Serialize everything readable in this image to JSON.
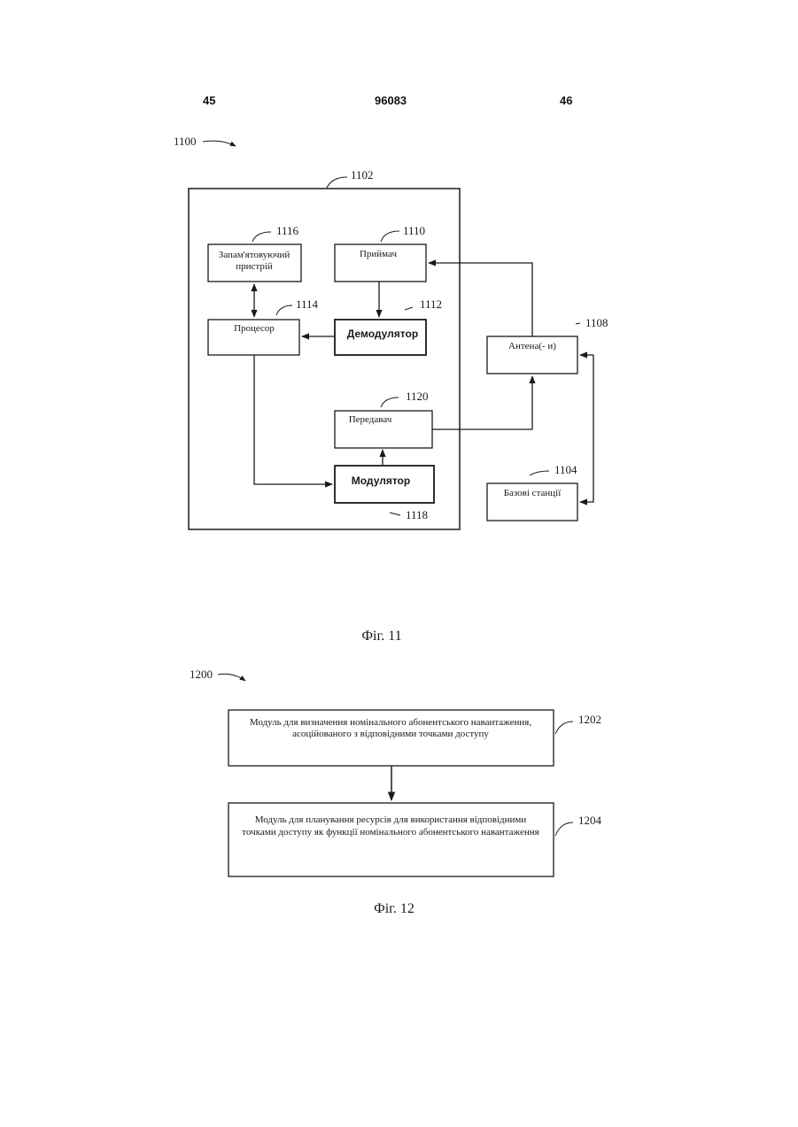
{
  "header": {
    "left_page": "45",
    "doc_number": "96083",
    "right_page": "46"
  },
  "fig11": {
    "ref_system": "1100",
    "ref_device": "1102",
    "caption": "Фіг. 11",
    "memory": {
      "ref": "1116",
      "line1": "Запам'ятовуючий",
      "line2": "пристрій"
    },
    "receiver": {
      "ref": "1110",
      "label": "Приймач"
    },
    "demodulator": {
      "ref": "1112",
      "label": "Демодулятор"
    },
    "processor": {
      "ref": "1114",
      "label": "Процесор"
    },
    "transmitter": {
      "ref": "1120",
      "label": "Передавач"
    },
    "modulator": {
      "ref": "1118",
      "label": "Модулятор"
    },
    "antenna": {
      "ref": "1108",
      "label": "Антена(- и)"
    },
    "base_stations": {
      "ref": "1104",
      "label": "Базові станції"
    }
  },
  "fig12": {
    "ref_system": "1200",
    "caption": "Фіг. 12",
    "module1": {
      "ref": "1202",
      "line1": "Модуль для визначення номінального абонентського навантаження,",
      "line2": "асоційованого з відповідними точками доступу"
    },
    "module2": {
      "ref": "1204",
      "line1": "Модуль для планування ресурсів для використання відповідними",
      "line2": "точками доступу як функції номінального абонентського навантаження"
    }
  },
  "colors": {
    "line": "#1a1a1a",
    "text": "#1a1a1a",
    "background": "#ffffff"
  }
}
